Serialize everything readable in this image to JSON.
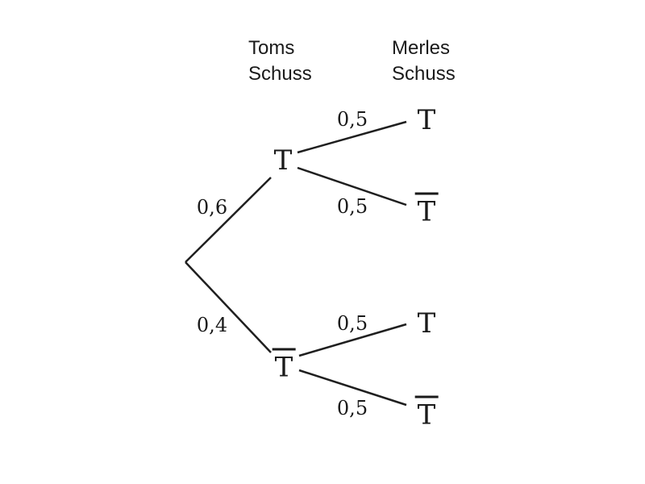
{
  "headers": {
    "tom": "Toms\nSchuss",
    "merle": "Merles\nSchuss"
  },
  "tree": {
    "level1": {
      "top": {
        "label": "T",
        "overline": false,
        "probability": "0,6"
      },
      "bottom": {
        "label": "T",
        "overline": true,
        "probability": "0,4"
      }
    },
    "level2": {
      "top_hit": {
        "label": "T",
        "overline": false,
        "probability": "0,5"
      },
      "top_miss": {
        "label": "T",
        "overline": true,
        "probability": "0,5"
      },
      "bottom_hit": {
        "label": "T",
        "overline": false,
        "probability": "0,5"
      },
      "bottom_miss": {
        "label": "T",
        "overline": true,
        "probability": "0,5"
      }
    }
  },
  "colors": {
    "line": "#1f1f1f",
    "text": "#1a1a1a"
  }
}
